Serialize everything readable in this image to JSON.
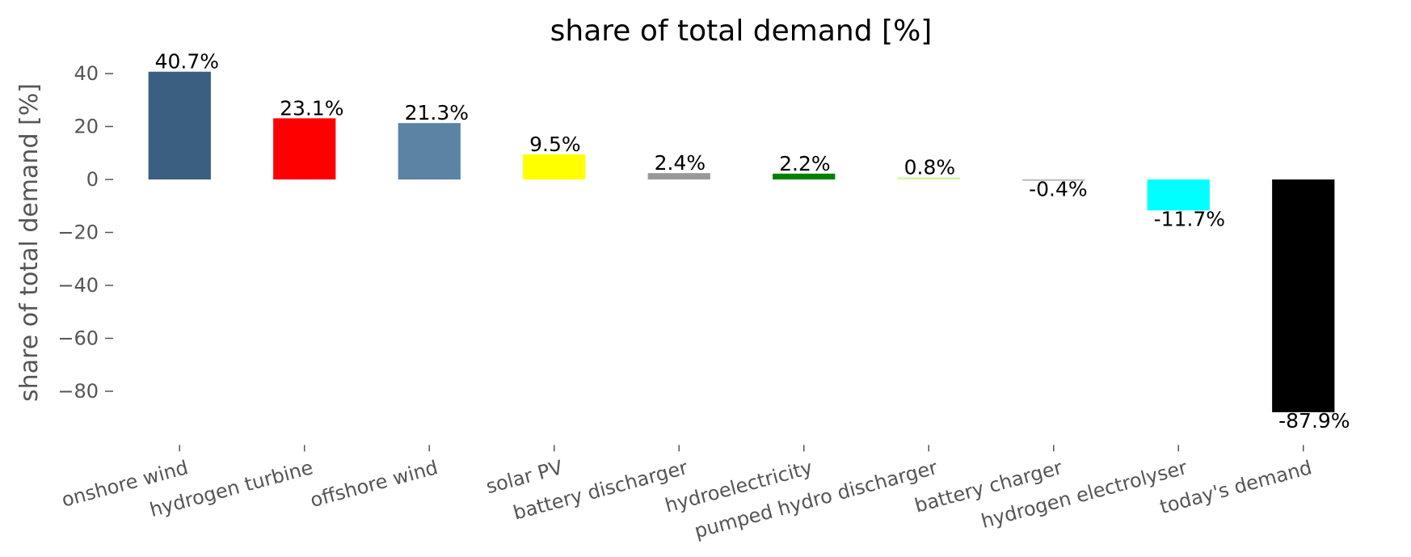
{
  "chart_data": {
    "type": "bar",
    "title": "share of total demand [%]",
    "xlabel": "",
    "ylabel": "share of total demand [%]",
    "ylim": [
      -96,
      50
    ],
    "yticks": [
      40,
      20,
      0,
      -20,
      -40,
      -60,
      -80
    ],
    "ytick_labels": [
      "40",
      "20",
      "0",
      "−20",
      "−40",
      "−60",
      "−80"
    ],
    "grid": false,
    "categories": [
      "onshore wind",
      "hydrogen turbine",
      "offshore wind",
      "solar PV",
      "battery discharger",
      "hydroelectricity",
      "pumped hydro discharger",
      "battery charger",
      "hydrogen electrolyser",
      "today's demand"
    ],
    "values": [
      40.7,
      23.1,
      21.3,
      9.5,
      2.4,
      2.2,
      0.8,
      -0.4,
      -11.7,
      -87.9
    ],
    "data_labels": [
      "40.7%",
      "23.1%",
      "21.3%",
      "9.5%",
      "2.4%",
      "2.2%",
      "0.8%",
      "-0.4%",
      "-11.7%",
      "-87.9%"
    ],
    "colors": [
      "#3a5f80",
      "#ff0000",
      "#5b83a3",
      "#ffff00",
      "#999999",
      "#008000",
      "#d4f7a0",
      "#aaaaaa",
      "#00ffff",
      "#000000"
    ]
  }
}
